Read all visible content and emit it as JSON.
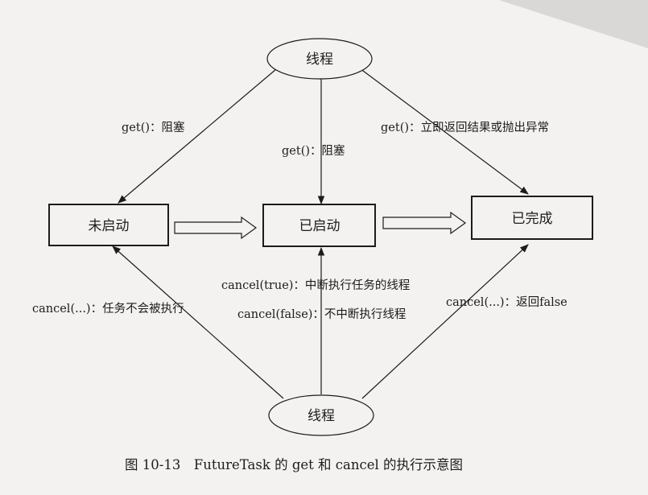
{
  "nodes": {
    "thread_top": "线程",
    "thread_bottom": "线程",
    "not_started": "未启动",
    "started": "已启动",
    "completed": "已完成"
  },
  "edges": {
    "get_not_started": "get()：阻塞",
    "get_started": "get()：阻塞",
    "get_completed": "get()：立即返回结果或抛出异常",
    "cancel_not_started": "cancel(...)：任务不会被执行",
    "cancel_started_true": "cancel(true)：中断执行任务的线程",
    "cancel_started_false": "cancel(false)：不中断执行线程",
    "cancel_completed": "cancel(...)：返回false"
  },
  "caption": "图 10-13　FutureTask 的 get 和 cancel 的执行示意图",
  "colors": {
    "background": "#e9e8e6",
    "page": "#f4f3f1",
    "ink": "#1c1c1c"
  }
}
